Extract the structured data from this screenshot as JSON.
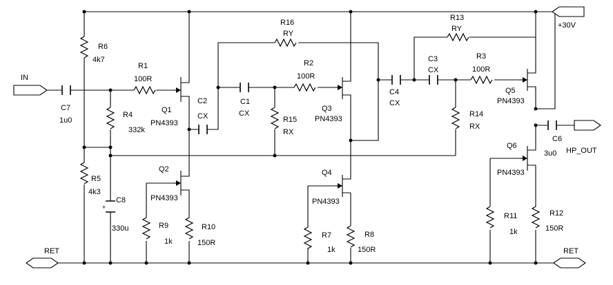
{
  "ports": {
    "in": "IN",
    "supply": "+30V",
    "ret_left": "RET",
    "ret_right": "RET",
    "out": "HP_OUT"
  },
  "components": {
    "R1": {
      "ref": "R1",
      "value": "100R"
    },
    "R2": {
      "ref": "R2",
      "value": "100R"
    },
    "R3": {
      "ref": "R3",
      "value": "100R"
    },
    "R4": {
      "ref": "R4",
      "value": "332k"
    },
    "R5": {
      "ref": "R5",
      "value": "4k3"
    },
    "R6": {
      "ref": "R6",
      "value": "4k7"
    },
    "R7": {
      "ref": "R7",
      "value": "1k"
    },
    "R8": {
      "ref": "R8",
      "value": "150R"
    },
    "R9": {
      "ref": "R9",
      "value": "1k"
    },
    "R10": {
      "ref": "R10",
      "value": "150R"
    },
    "R11": {
      "ref": "R11",
      "value": "1k"
    },
    "R12": {
      "ref": "R12",
      "value": "150R"
    },
    "R13": {
      "ref": "R13",
      "value": "RY"
    },
    "R14": {
      "ref": "R14",
      "value": "RX"
    },
    "R15": {
      "ref": "R15",
      "value": "RX"
    },
    "R16": {
      "ref": "R16",
      "value": "RY"
    },
    "C1": {
      "ref": "C1",
      "value": "CX"
    },
    "C2": {
      "ref": "C2",
      "value": "CX"
    },
    "C3": {
      "ref": "C3",
      "value": "CX"
    },
    "C4": {
      "ref": "C4",
      "value": "CX"
    },
    "C6": {
      "ref": "C6",
      "value": "3u0"
    },
    "C7": {
      "ref": "C7",
      "value": "1u0"
    },
    "C8": {
      "ref": "C8",
      "value": "330u"
    },
    "Q1": {
      "ref": "Q1",
      "value": "PN4393"
    },
    "Q2": {
      "ref": "Q2",
      "value": "PN4393"
    },
    "Q3": {
      "ref": "Q3",
      "value": "PN4393"
    },
    "Q4": {
      "ref": "Q4",
      "value": "PN4393"
    },
    "Q5": {
      "ref": "Q5",
      "value": "PN4393"
    },
    "Q6": {
      "ref": "Q6",
      "value": "PN4393"
    }
  }
}
